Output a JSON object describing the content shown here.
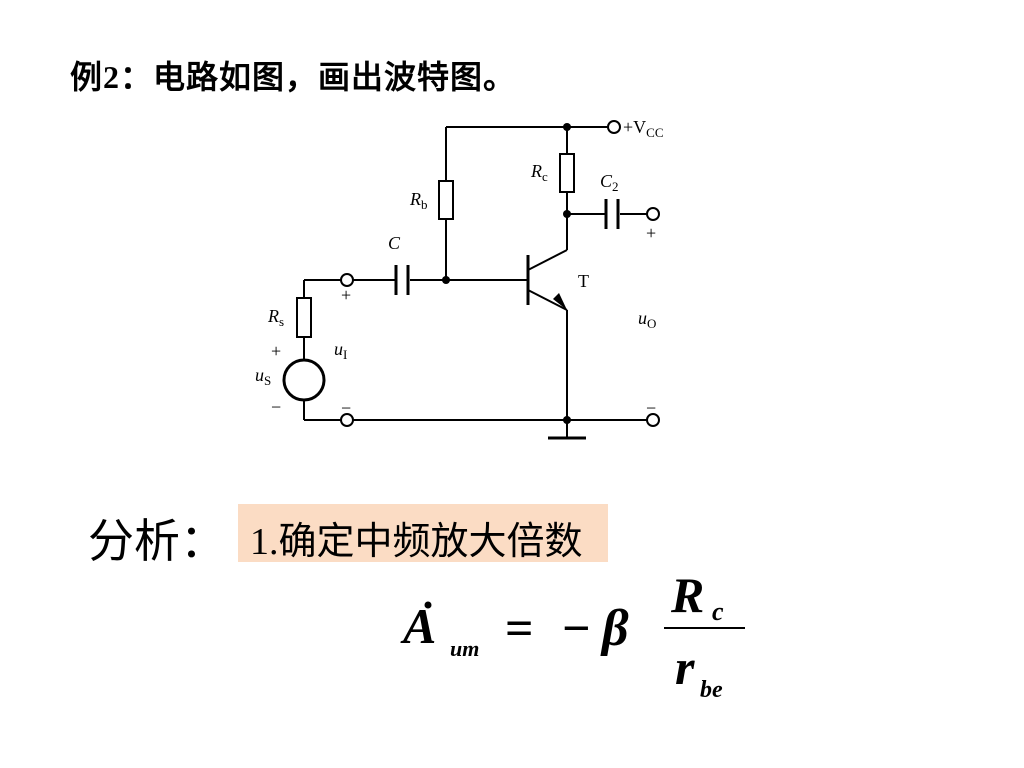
{
  "title": {
    "prefix": "例",
    "number": "2",
    "text": "：电路如图，画出波特图。"
  },
  "circuit": {
    "vcc_label": "+V",
    "vcc_sub": "CC",
    "rc_label": "R",
    "rc_sub": "c",
    "c2_label": "C",
    "c2_sub": "2",
    "rb_label": "R",
    "rb_sub": "b",
    "c_label": "C",
    "t_label": "T",
    "rs_label": "R",
    "rs_sub": "s",
    "ui_label": "u",
    "ui_sub": "I",
    "us_label": "u",
    "us_sub": "S",
    "uo_label": "u",
    "uo_sub": "O",
    "plus": "+",
    "minus": "−"
  },
  "analysis": {
    "label": "分析：",
    "step_number": "1.",
    "step_text": "确定中频放大倍数",
    "step_bg": "#fbdcc4"
  },
  "formula": {
    "lhs": "A",
    "lhs_sub": "um",
    "equals": "=",
    "minus": "−",
    "beta": "β",
    "num": "R",
    "num_sub": "c",
    "den": "r",
    "den_sub": "be"
  }
}
